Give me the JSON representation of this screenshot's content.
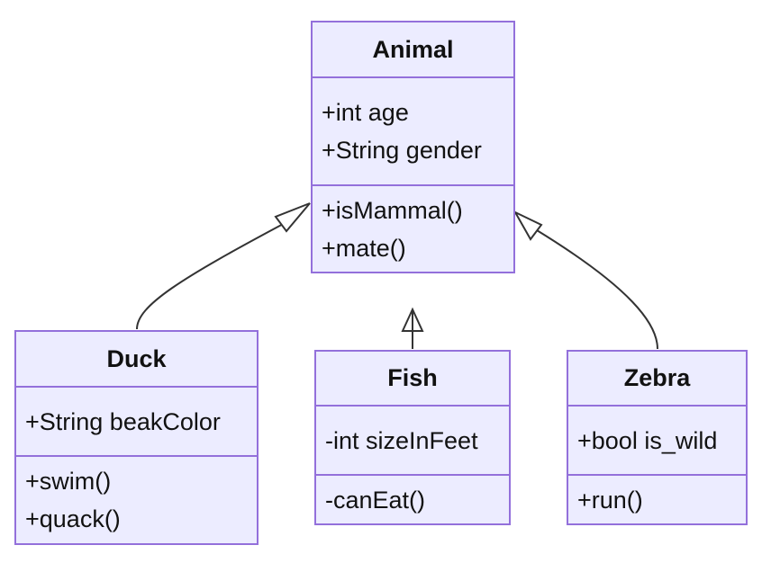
{
  "diagram": {
    "classes": {
      "animal": {
        "name": "Animal",
        "attributes": [
          "+int age",
          "+String gender"
        ],
        "methods": [
          "+isMammal()",
          "+mate()"
        ]
      },
      "duck": {
        "name": "Duck",
        "attributes": [
          "+String beakColor"
        ],
        "methods": [
          "+swim()",
          "+quack()"
        ]
      },
      "fish": {
        "name": "Fish",
        "attributes": [
          "-int sizeInFeet"
        ],
        "methods": [
          "-canEat()"
        ]
      },
      "zebra": {
        "name": "Zebra",
        "attributes": [
          "+bool is_wild"
        ],
        "methods": [
          "+run()"
        ]
      }
    },
    "relations": [
      {
        "from": "Duck",
        "to": "Animal",
        "type": "inheritance"
      },
      {
        "from": "Fish",
        "to": "Animal",
        "type": "inheritance"
      },
      {
        "from": "Zebra",
        "to": "Animal",
        "type": "inheritance"
      }
    ],
    "colors": {
      "fill": "#ececff",
      "border": "#9370db",
      "edge": "#333333",
      "text": "#111111"
    }
  }
}
